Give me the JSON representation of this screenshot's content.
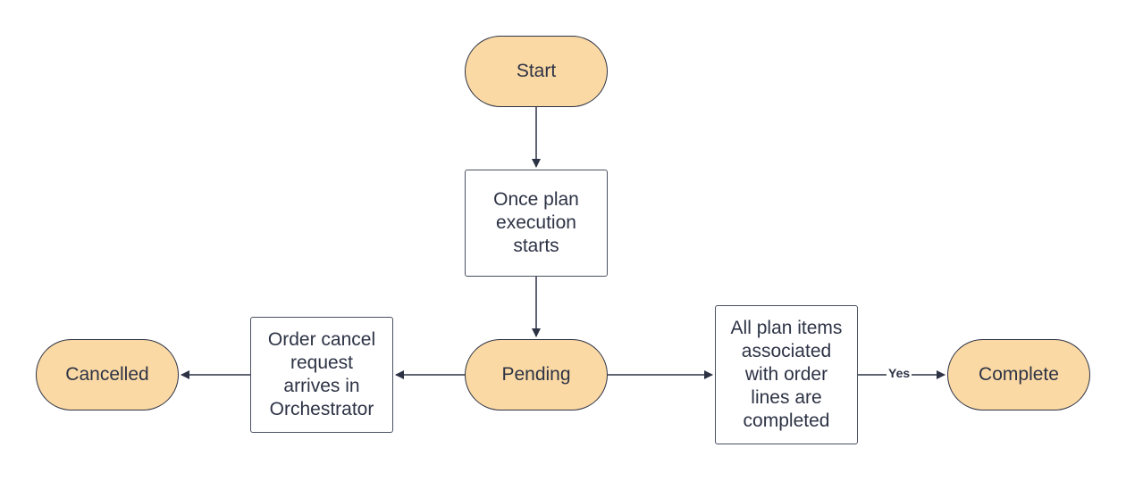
{
  "nodes": {
    "start": {
      "label": "Start",
      "shape": "terminal"
    },
    "plan_execution": {
      "label": "Once plan\nexecution\nstarts",
      "shape": "process"
    },
    "pending": {
      "label": "Pending",
      "shape": "terminal"
    },
    "cancel_request": {
      "label": "Order cancel\nrequest\narrives in\nOrchestrator",
      "shape": "process"
    },
    "cancelled": {
      "label": "Cancelled",
      "shape": "terminal"
    },
    "items_completed": {
      "label": "All plan items\nassociated\nwith order\nlines are\ncompleted",
      "shape": "process"
    },
    "complete": {
      "label": "Complete",
      "shape": "terminal"
    }
  },
  "edges": [
    {
      "from": "start",
      "to": "plan_execution",
      "label": ""
    },
    {
      "from": "plan_execution",
      "to": "pending",
      "label": ""
    },
    {
      "from": "pending",
      "to": "cancel_request",
      "label": ""
    },
    {
      "from": "cancel_request",
      "to": "cancelled",
      "label": ""
    },
    {
      "from": "pending",
      "to": "items_completed",
      "label": ""
    },
    {
      "from": "items_completed",
      "to": "complete",
      "label": "Yes"
    }
  ],
  "colors": {
    "terminal_fill": "#fbd9a4",
    "stroke": "#2d3345",
    "process_fill": "#ffffff",
    "text": "#2d3345"
  }
}
